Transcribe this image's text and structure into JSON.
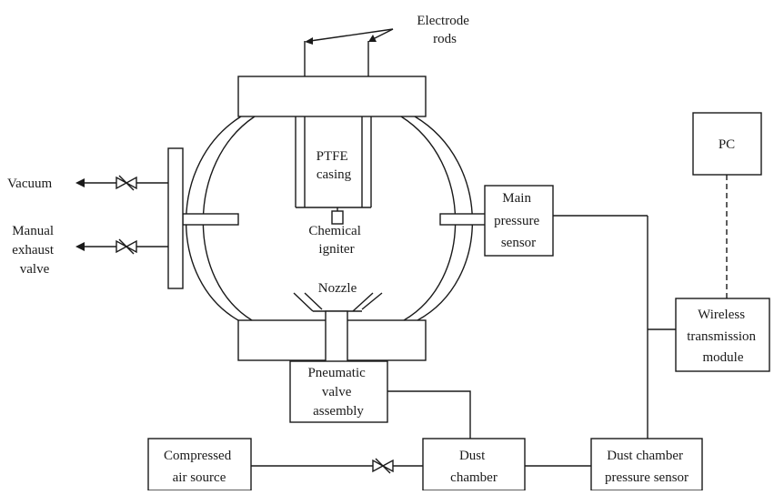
{
  "labels": {
    "electrode_rods": [
      "Electrode",
      "rods"
    ],
    "ptfe_casing": [
      "PTFE",
      "casing"
    ],
    "chemical_igniter": [
      "Chemical",
      "igniter"
    ],
    "nozzle": "Nozzle",
    "vacuum": "Vacuum",
    "manual_exhaust_valve": [
      "Manual",
      "exhaust",
      "valve"
    ],
    "main_pressure_sensor": [
      "Main",
      "pressure",
      "sensor"
    ],
    "pc": "PC",
    "wireless_transmission_module": [
      "Wireless",
      "transmission",
      "module"
    ],
    "pneumatic_valve_assembly": [
      "Pneumatic",
      "valve",
      "assembly"
    ],
    "compressed_air_source": [
      "Compressed",
      "air source"
    ],
    "dust_chamber": [
      "Dust",
      "chamber"
    ],
    "dust_chamber_pressure_sensor": [
      "Dust chamber",
      "pressure sensor"
    ]
  }
}
